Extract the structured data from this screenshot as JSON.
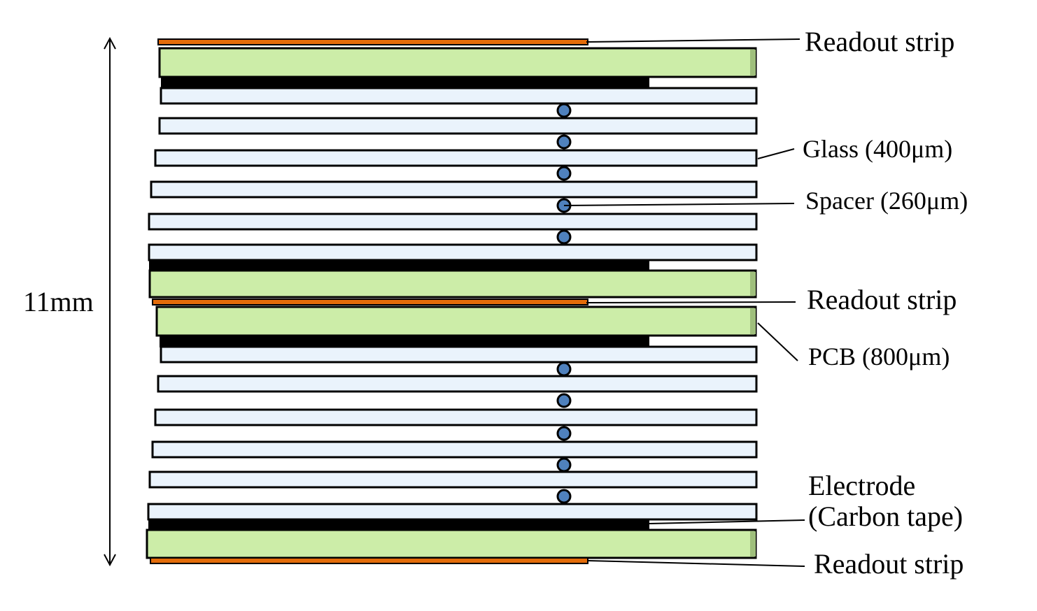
{
  "dimension_label": "11mm",
  "labels": {
    "readout_strip_top": "Readout strip",
    "glass": "Glass (400μm)",
    "spacer": "Spacer (260μm)",
    "readout_strip_middle": "Readout strip",
    "pcb": "PCB (800μm)",
    "electrode_line1": "Electrode",
    "electrode_line2": "(Carbon tape)",
    "readout_strip_bottom": "Readout strip"
  },
  "colors": {
    "readout_strip": "#E36C0A",
    "pcb": "#CCEDA8",
    "glass": "#EAF3FC",
    "electrode": "#000000",
    "spacer": "#4F81BD",
    "outline": "#000000"
  }
}
